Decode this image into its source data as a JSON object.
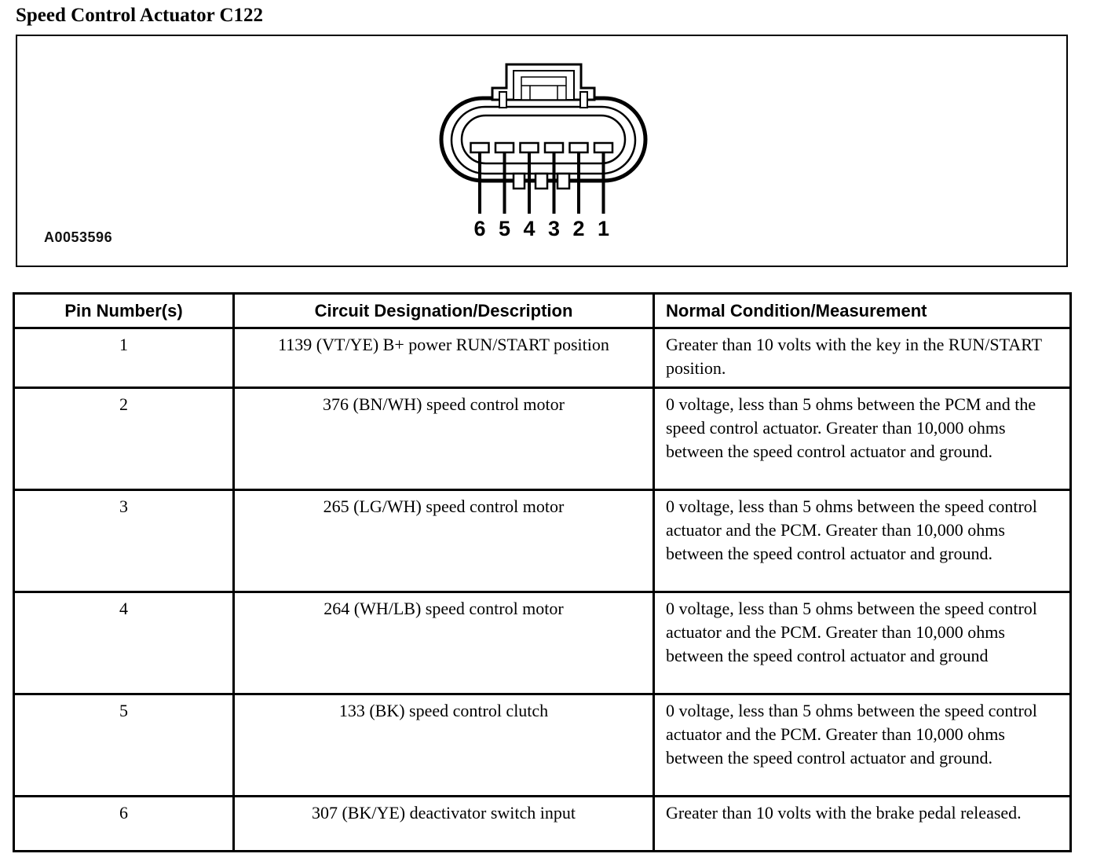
{
  "page": {
    "title": "Speed Control Actuator C122"
  },
  "figure": {
    "code": "A0053596",
    "pin_labels": [
      "6",
      "5",
      "4",
      "3",
      "2",
      "1"
    ],
    "description": "6-pin oval connector, face view, pins numbered 6-5-4-3-2-1 left to right"
  },
  "table": {
    "headers": [
      "Pin Number(s)",
      "Circuit Designation/Description",
      "Normal Condition/Measurement"
    ],
    "rows": [
      {
        "pin": "1",
        "circuit": "1139 (VT/YE) B+ power RUN/START position",
        "normal": "Greater than 10 volts with the key in the RUN/START position."
      },
      {
        "pin": "2",
        "circuit": "376 (BN/WH) speed control motor",
        "normal": "0 voltage, less than 5 ohms between the PCM and the speed control actuator. Greater than 10,000 ohms between the speed control actuator and ground."
      },
      {
        "pin": "3",
        "circuit": "265 (LG/WH) speed control motor",
        "normal": "0 voltage, less than 5 ohms between the speed control actuator and the PCM. Greater than 10,000 ohms between the speed control actuator and ground."
      },
      {
        "pin": "4",
        "circuit": "264 (WH/LB) speed control motor",
        "normal": "0 voltage, less than 5 ohms between the speed control actuator and the PCM. Greater than 10,000 ohms between the speed control actuator and ground"
      },
      {
        "pin": "5",
        "circuit": "133 (BK) speed control clutch",
        "normal": "0 voltage, less than 5 ohms between the speed control actuator and the PCM. Greater than 10,000 ohms between the speed control actuator and ground."
      },
      {
        "pin": "6",
        "circuit": "307 (BK/YE) deactivator switch input",
        "normal": "Greater than 10 volts with the brake pedal released."
      }
    ]
  },
  "colors": {
    "ink": "#000000",
    "paper": "#ffffff"
  }
}
